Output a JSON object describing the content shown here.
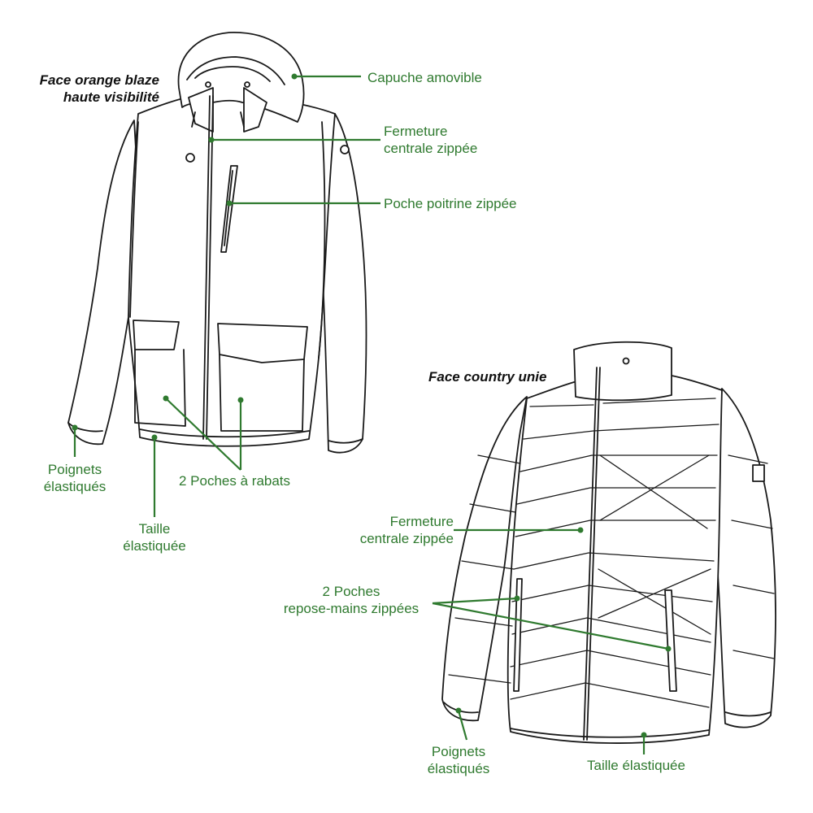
{
  "titles": {
    "hooded_face": [
      "Face orange blaze",
      "haute visibilité"
    ],
    "down_face": "Face country unie"
  },
  "hooded_jacket": {
    "hood": "Capuche amovible",
    "zip": [
      "Fermeture",
      "centrale zippée"
    ],
    "chest_pocket": "Poche poitrine zippée",
    "flap_pockets": "2 Poches à rabats",
    "cuffs": [
      "Poignets",
      "élastiqués"
    ],
    "waist": [
      "Taille",
      "élastiquée"
    ]
  },
  "down_jacket": {
    "zip": [
      "Fermeture",
      "centrale zippée"
    ],
    "hand_pockets": [
      "2 Poches",
      "repose-mains zippées"
    ],
    "cuffs": [
      "Poignets",
      "élastiqués"
    ],
    "waist": "Taille élastiquée"
  },
  "colors": {
    "label": "#2f7a2f",
    "leader": "#2f7a2f",
    "outline": "#1a1a1a"
  }
}
